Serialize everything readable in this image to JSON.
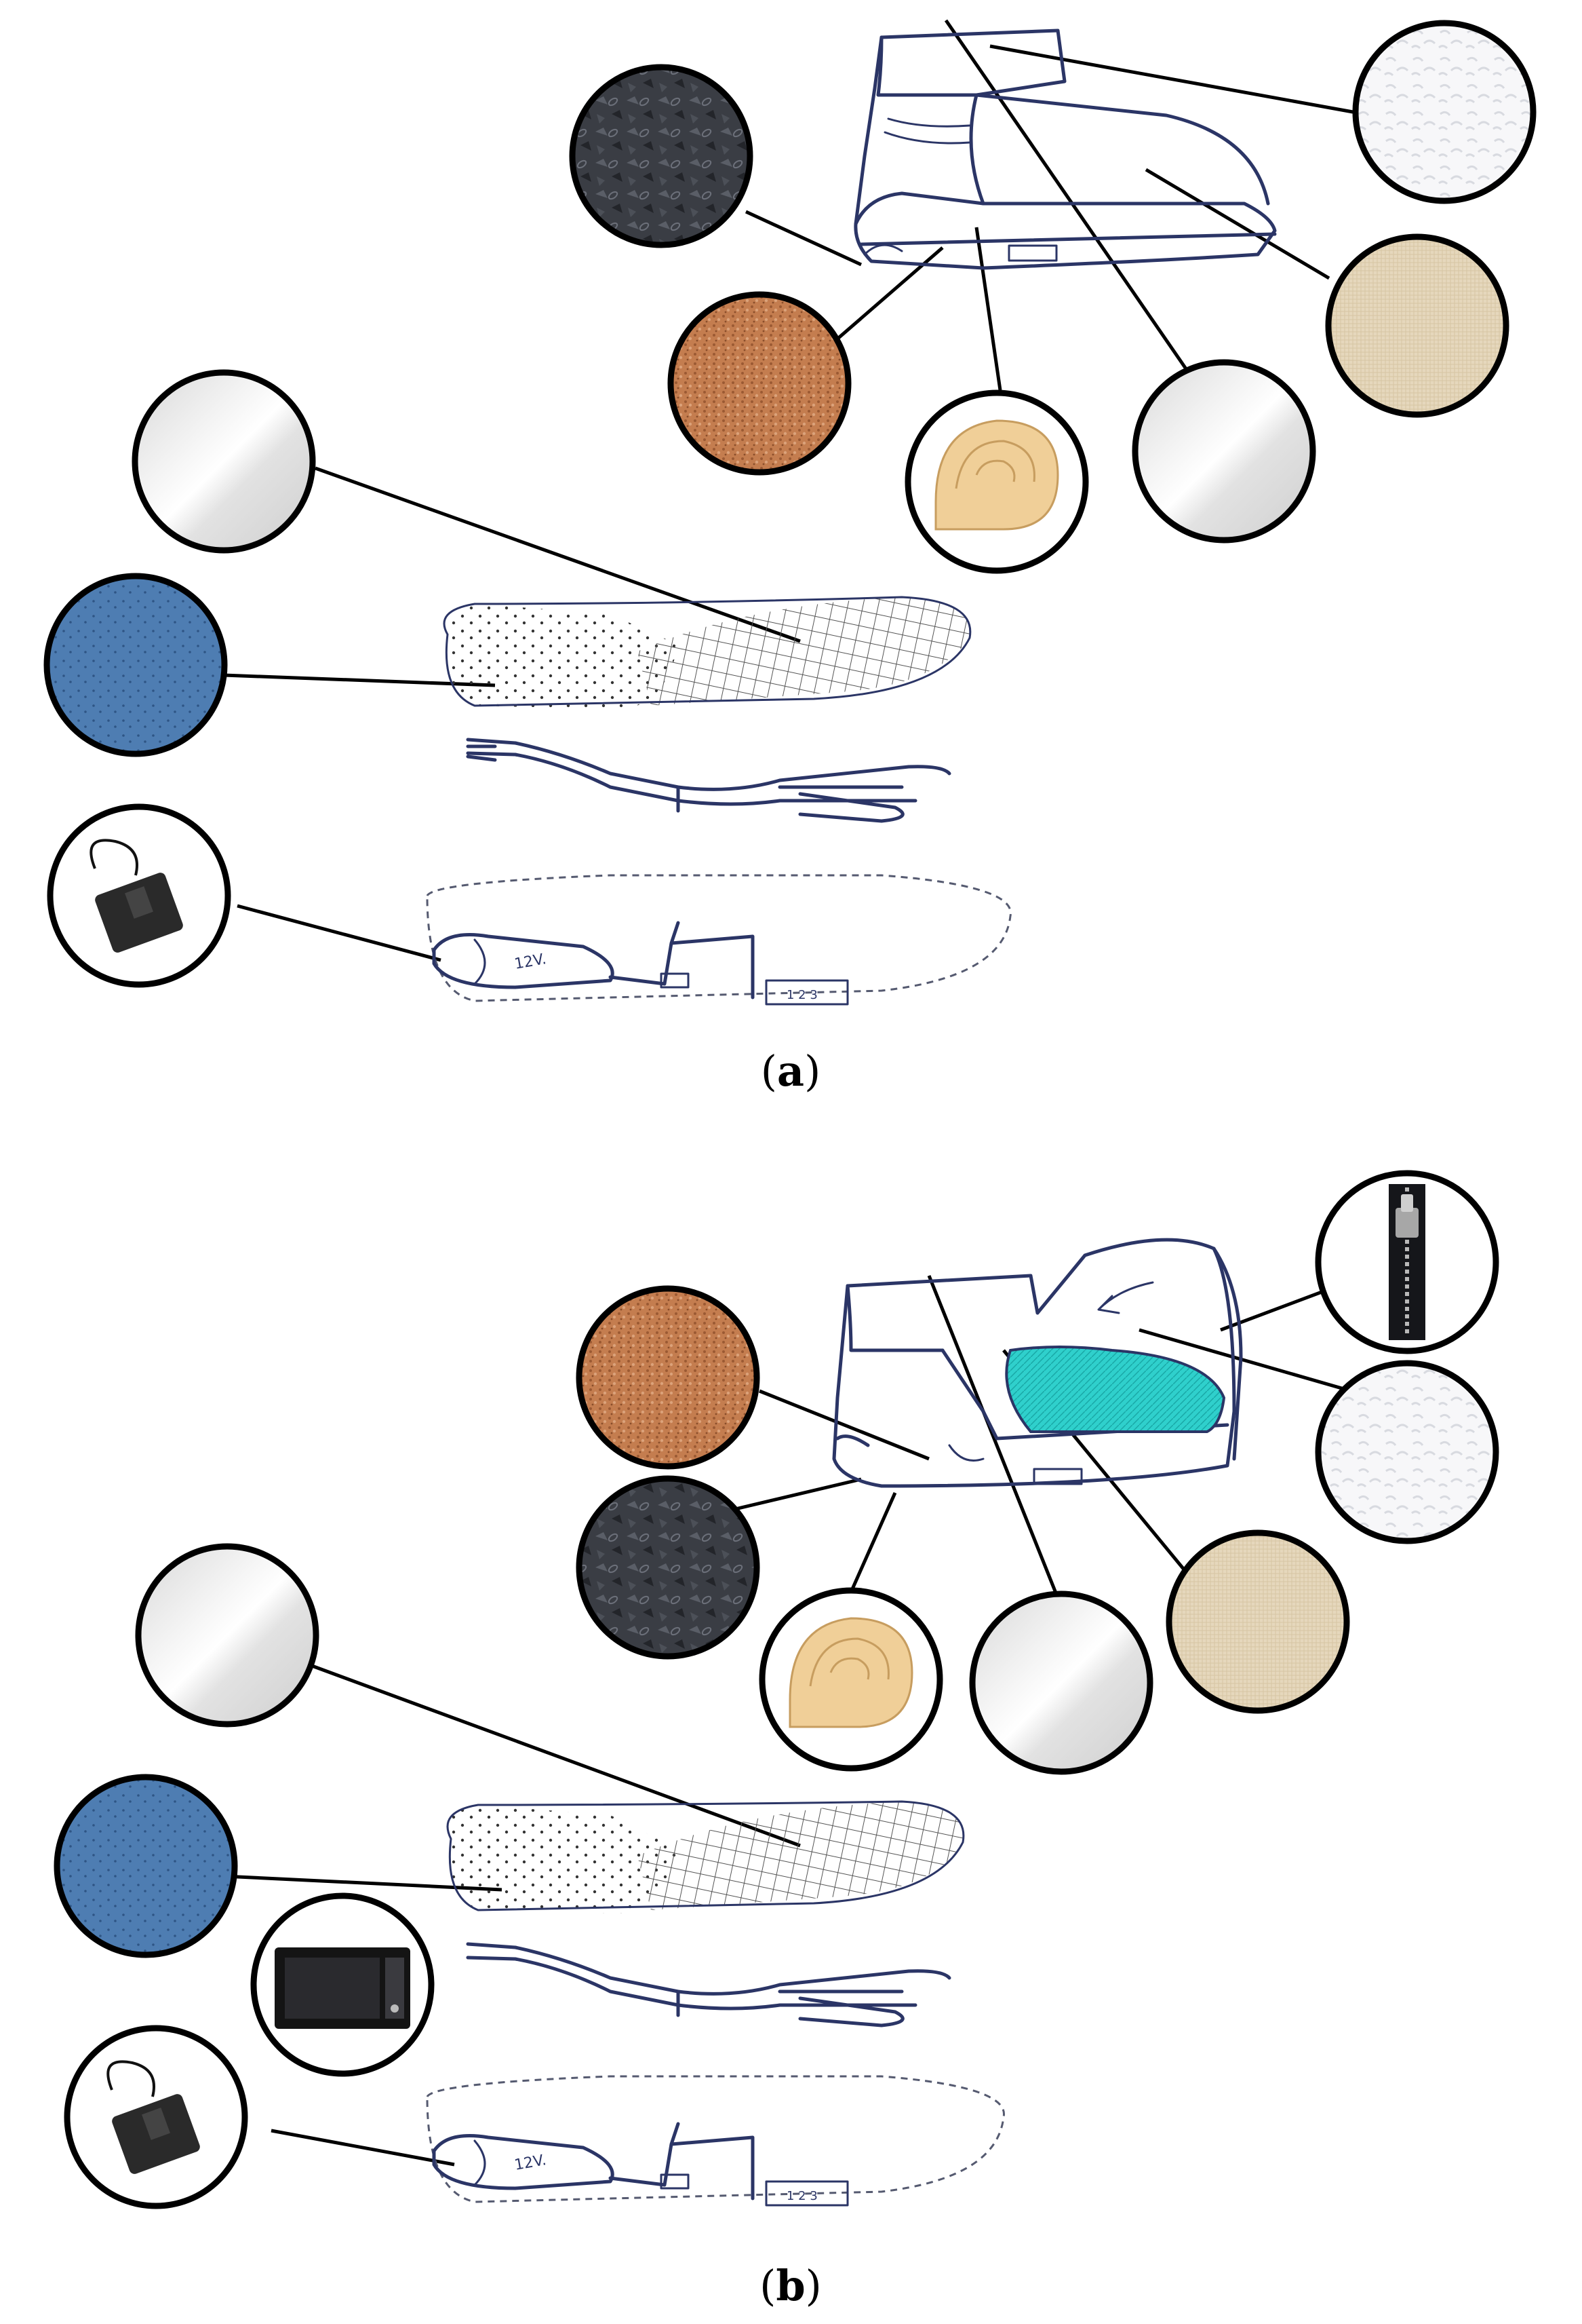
{
  "figure": {
    "panels": [
      {
        "id": "a",
        "caption": {
          "open": "(",
          "letter": "a",
          "close": ")"
        },
        "battery_label": "12V.",
        "switch_label": "1 2 3"
      },
      {
        "id": "b",
        "caption": {
          "open": "(",
          "letter": "b",
          "close": ")"
        },
        "battery_label": "12V.",
        "switch_label": "1 2 3"
      }
    ],
    "swatch_icons": {
      "rubber_sole": "rubber-sole-texture-icon",
      "cork": "cork-texture-icon",
      "eva_foam": "foam-roll-icon",
      "lining": "white-lining-fabric-icon",
      "canvas": "beige-canvas-fabric-icon",
      "fleece": "white-fleece-icon",
      "insole_cover": "white-fabric-icon",
      "absorbent_pad": "blue-absorbent-pad-icon",
      "charger": "usb-charger-battery-icon",
      "zipper": "zipper-icon",
      "microwave": "microwave-oven-icon"
    },
    "colors": {
      "sketch": "#2b3566",
      "gel_insert": "#2fd0cc",
      "cork": "#c47d4f",
      "rubber": "#3a3d44",
      "foam": "#f0cf98",
      "canvas": "#e6d8bc",
      "pad": "#4e7db2"
    }
  }
}
